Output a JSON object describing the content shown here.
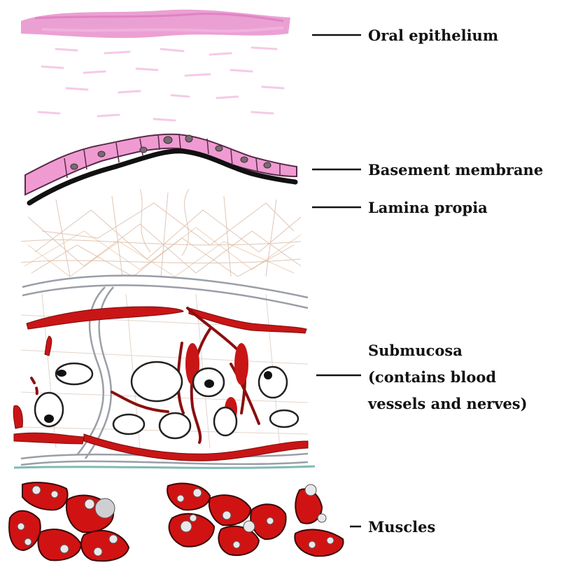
{
  "labels": {
    "oral_epithelium": "Oral epithelium",
    "basement_membrane": "Basement membrane",
    "lamina_propia": "Lamina propia",
    "submucosa_line1": "Submucosa",
    "submucosa_line2": "(contains blood",
    "submucosa_line3": "vessels and nerves)",
    "muscles": "Muscles"
  },
  "colors": {
    "epithelium_pink": "#e68ec9",
    "membrane_black": "#111111",
    "lamina_fibers": "#d9b9a5",
    "vessel_red": "#c91515",
    "nerve_gray": "#9a9ea7",
    "muscle_red": "#d11212",
    "teal_band": "#7fb9b6",
    "label_text": "#111111"
  }
}
